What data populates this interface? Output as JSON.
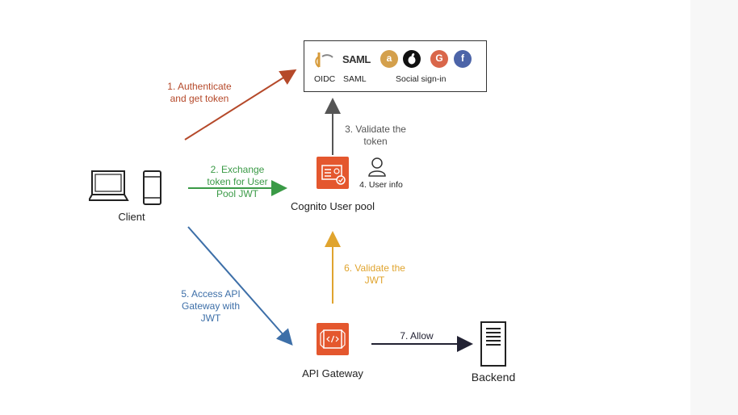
{
  "providers": {
    "oidc_label": "OIDC",
    "saml_mark": "SAML",
    "saml_label": "SAML",
    "social_label": "Social sign-in",
    "social_icons": [
      {
        "name": "amazon-icon",
        "glyph": "a",
        "color": "#d4a04c"
      },
      {
        "name": "apple-icon",
        "glyph": "",
        "color": "#111111"
      },
      {
        "name": "google-icon",
        "glyph": "G",
        "color": "#d9664a"
      },
      {
        "name": "facebook-icon",
        "glyph": "f",
        "color": "#4c64a8"
      }
    ]
  },
  "steps": {
    "s1": [
      "1. Authenticate",
      "and get token"
    ],
    "s2": [
      "2. Exchange",
      "token for User",
      "Pool JWT"
    ],
    "s3": [
      "3. Validate the",
      "token"
    ],
    "s4": "4. User info",
    "s5": [
      "5. Access API",
      "Gateway with",
      "JWT"
    ],
    "s6": [
      "6. Validate the",
      "JWT"
    ],
    "s7": "7. Allow"
  },
  "nodes": {
    "client": "Client",
    "cognito": "Cognito User pool",
    "api_gateway": "API Gateway",
    "backend": "Backend"
  },
  "colors": {
    "step1": "#b5492a",
    "step2": "#3a9a46",
    "step3": "#555555",
    "step5": "#3d6fa8",
    "step6": "#e0a42e",
    "step7": "#222233",
    "service": "#e4572e"
  }
}
